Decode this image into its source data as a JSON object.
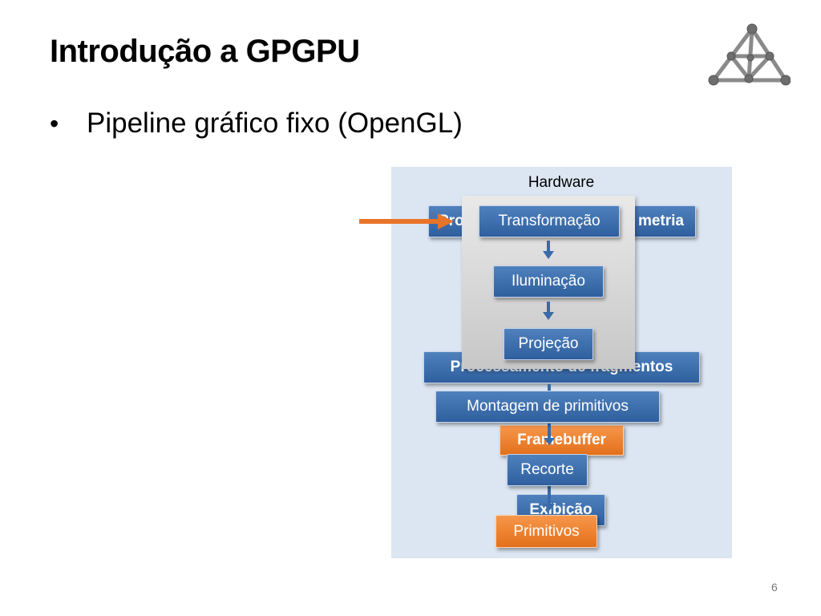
{
  "slide": {
    "title": "Introdução a GPGPU",
    "bullet_glyph": "•",
    "bullet": "Pipeline gráfico fixo (OpenGL)",
    "page_number": "6",
    "logo_icon": "truss-pyramid-logo"
  },
  "diagram": {
    "panel_label": "Hardware",
    "back_top_left": "Pro",
    "back_top_right": "metria",
    "back_fragments": "Processamento de fragmentos",
    "framebuffer": "Framebuffer",
    "exibicao": "Exibição",
    "transform": "Transformação",
    "lighting": "Iluminação",
    "projection": "Projeção",
    "assembly": "Montagem de primitivos",
    "clipping": "Recorte",
    "primitives": "Primitivos"
  },
  "colors": {
    "panel": "#dce6f2",
    "blue_box": "#4f81bd",
    "orange_box": "#f79646",
    "arrow_blue": "#3a6aa8",
    "arrow_orange": "#e8742a"
  }
}
